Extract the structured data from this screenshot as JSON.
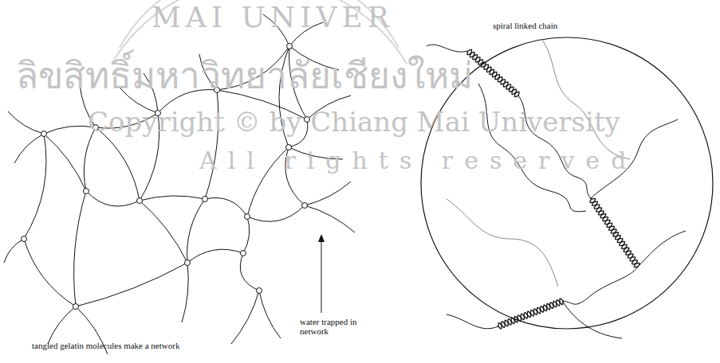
{
  "diagram": {
    "labels": [
      "MAI UNIVER",
      "spiral linked chain",
      "ลิขสิทธิ์มหาวิทยาลัยเชียงใหม่",
      "Copyright © by Chiang Mai University",
      "All rights reserved",
      "water trapped in network",
      "tangled gelatin molecules make a network"
    ]
  }
}
